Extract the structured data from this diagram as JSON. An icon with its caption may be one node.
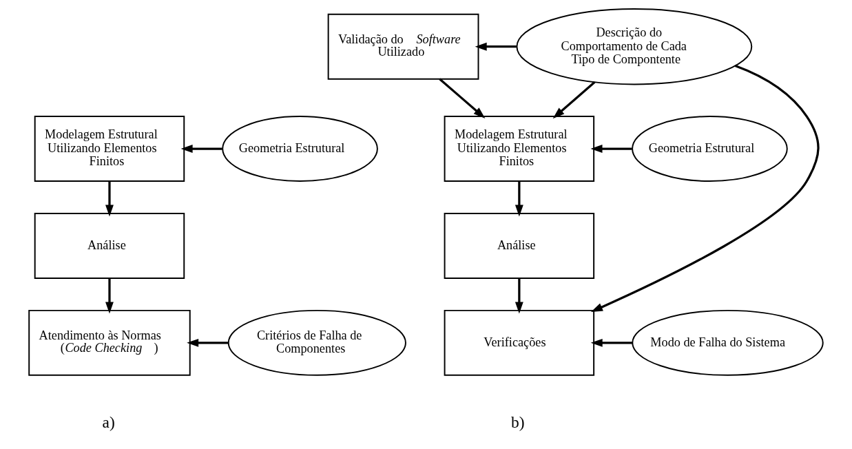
{
  "diagram": {
    "nodes": [
      {
        "text": [
          "Modelagem Estrutural Utilizando Elementos Finitos"
        ]
      },
      {
        "text": [
          "Geometria Estrutural"
        ]
      },
      {
        "text": [
          "Análise"
        ]
      },
      {
        "text": [
          "Atendimento às Normas (*Code Checking*)"
        ]
      },
      {
        "text": [
          "Critérios de Falha de Componentes"
        ]
      },
      {
        "text": [
          "Validação do *Software* Utilizado"
        ]
      },
      {
        "text": [
          "Descrição do Comportamento de Cada Tipo de Compontente"
        ]
      },
      {
        "text": [
          "Modelagem Estrutural Utilizando Elementos Finitos"
        ]
      },
      {
        "text": [
          "Geometria Estrutural"
        ]
      },
      {
        "text": [
          "Análise"
        ]
      },
      {
        "text": [
          "Verificações"
        ]
      },
      {
        "text": [
          "Modo de Falha do Sistema"
        ]
      }
    ],
    "edges": [
      {
        "from": 1,
        "to": 0,
        "arrow": "to"
      },
      {
        "from": 0,
        "to": 2,
        "arrow": "to"
      },
      {
        "from": 2,
        "to": 3,
        "arrow": "to"
      },
      {
        "from": 4,
        "to": 3,
        "arrow": "to"
      },
      {
        "from": 6,
        "to": 5,
        "arrow": "to"
      },
      {
        "from": 5,
        "to": 7,
        "arrow": "to"
      },
      {
        "from": 6,
        "to": 7,
        "arrow": "to"
      },
      {
        "from": 8,
        "to": 7,
        "arrow": "to"
      },
      {
        "from": 7,
        "to": 9,
        "arrow": "to"
      },
      {
        "from": 9,
        "to": 10,
        "arrow": "to"
      },
      {
        "from": 6,
        "to": 10,
        "arrow": "to"
      },
      {
        "from": 11,
        "to": 10,
        "arrow": "to"
      }
    ],
    "labels": [
      "a)",
      "b)"
    ]
  }
}
